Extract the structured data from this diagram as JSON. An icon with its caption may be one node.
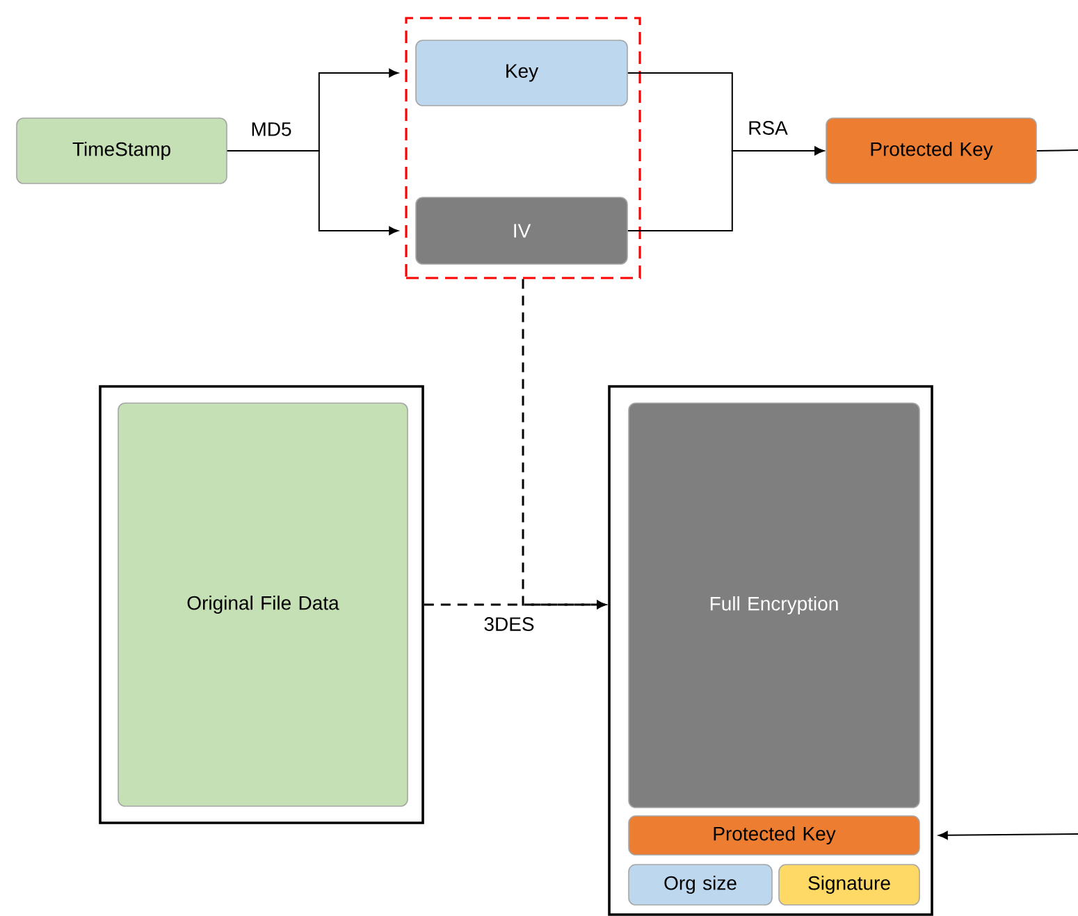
{
  "diagram": {
    "nodes": [
      {
        "text": [
          "TimeStamp"
        ]
      },
      {
        "text": [],
        "shape": "box"
      },
      {
        "text": [
          "Key"
        ],
        "in": 1
      },
      {
        "text": [
          "IV"
        ],
        "in": 1
      },
      {
        "text": [
          "Protected Key"
        ]
      },
      {
        "text": [],
        "shape": "box"
      },
      {
        "text": [
          "Original File Data"
        ],
        "in": 5
      },
      {
        "text": [],
        "shape": "box"
      },
      {
        "text": [
          "Full Encryption"
        ],
        "in": 7
      },
      {
        "text": [
          "Protected Key"
        ],
        "in": 7
      },
      {
        "text": [
          "Org size"
        ],
        "in": 7
      },
      {
        "text": [
          "Signature"
        ],
        "in": 7
      }
    ],
    "edges": [
      {
        "from": 0,
        "to": 2,
        "arrow": "to",
        "label": "MD5"
      },
      {
        "from": 0,
        "to": 3,
        "arrow": "to"
      },
      {
        "from": 2,
        "to": 4,
        "arrow": "to",
        "label": "RSA"
      },
      {
        "from": 3,
        "to": 4,
        "arrow": "to"
      },
      {
        "from": 4,
        "to": null,
        "arrow": "none"
      },
      {
        "from": null,
        "to": 9,
        "arrow": "to"
      },
      {
        "from": 5,
        "to": 7,
        "arrow": "to",
        "style": "dashed",
        "label": "3DES"
      },
      {
        "from": 1,
        "to": 7,
        "arrow": "to",
        "style": "dashed"
      }
    ]
  }
}
